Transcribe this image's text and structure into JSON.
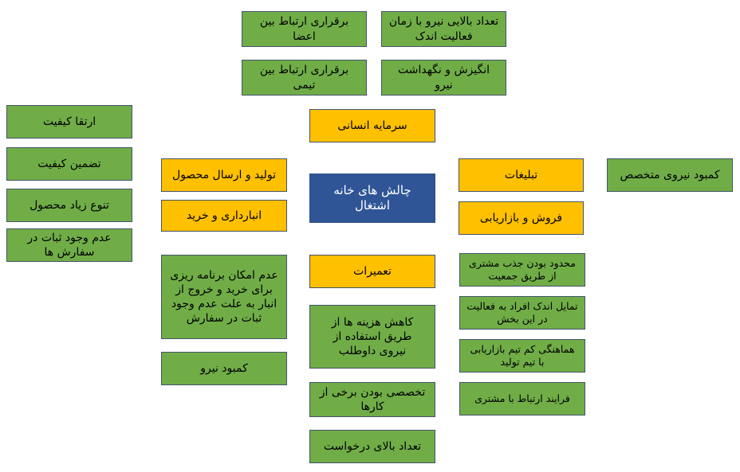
{
  "center": {
    "text": "چالش های خانه اشتغال",
    "color": "#2f5597"
  },
  "colors": {
    "category": "#ffc000",
    "item": "#70ad47"
  },
  "top": {
    "category": "سرمایه انسانی",
    "items": [
      "برقراری ارتباط بین اعضا",
      "تعداد بالایی نیرو با زمان فعالیت اندک",
      "برقراری ارتباط بین تیمی",
      "انگیزش و نگهداشت نیرو"
    ]
  },
  "left": {
    "categories": [
      "تولید و ارسال محصول",
      "انبارداری و خرید"
    ],
    "far_items": [
      "ارتقا کیفیت",
      "تضمین کیفیت",
      "تنوع زیاد محصول",
      "عدم وجود ثبات در سفارش ها"
    ],
    "items": [
      "عدم امکان برنامه ریزی برای خرید و خروج از انبار به علت عدم وجود ثبات در سفارش",
      "کمبود نیرو"
    ]
  },
  "right": {
    "categories": [
      "تبلیغات",
      "فروش و بازاریابی"
    ],
    "far_items": [
      "کمبود نیروی متخصص"
    ],
    "items": [
      "محدود بودن جذب مشتری از طریق جمعیت",
      "تمایل اندک افراد به فعالیت در این بخش",
      "هماهنگی کم تیم بازاریابی با تیم تولید",
      "فرایند ارتباط با مشتری"
    ]
  },
  "bottom": {
    "category": "تعمیرات",
    "items": [
      "کاهش هزینه ها از طریق استفاده از نیروی داوطلب",
      "تخصصی بودن برخی از کارها",
      "تعداد بالای درخواست"
    ]
  }
}
